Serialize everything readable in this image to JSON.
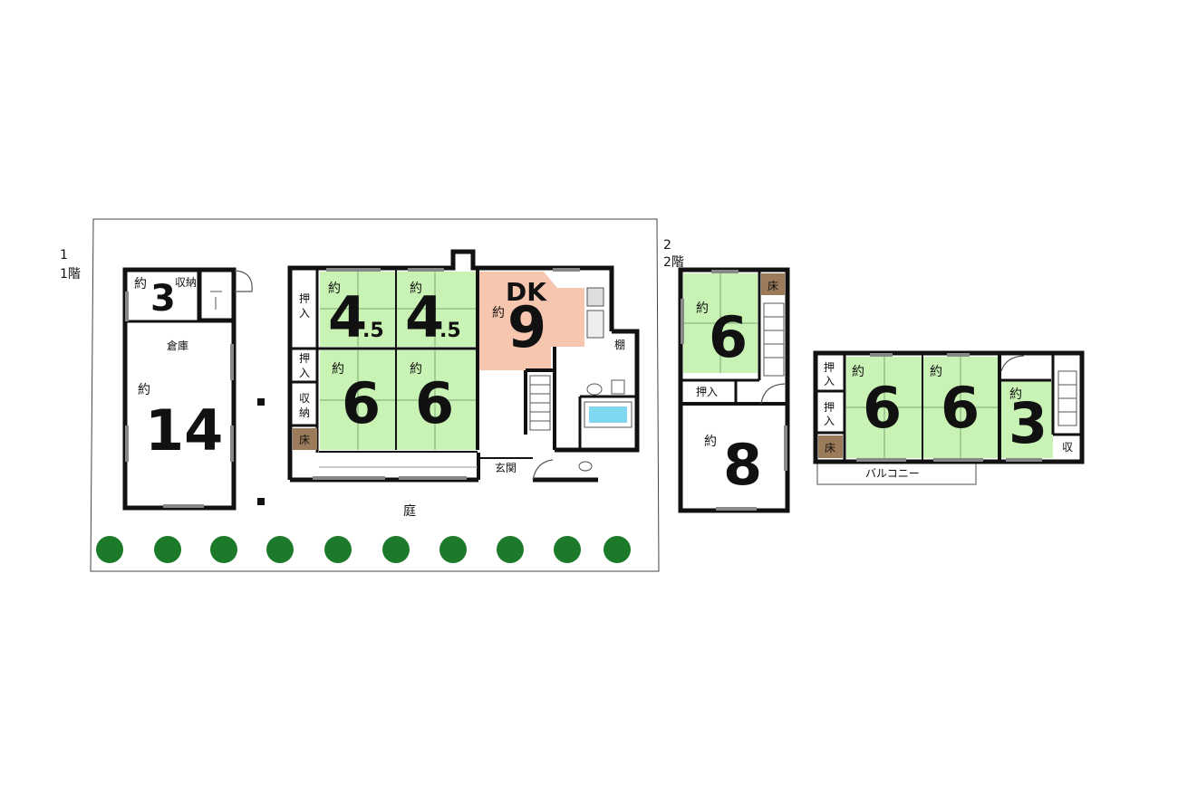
{
  "floor1": {
    "floor_label": "1階",
    "storage": {
      "small_room_prefix": "約",
      "small_room_size": "3",
      "closet_label": "収納",
      "warehouse_label": "倉庫",
      "large_prefix": "約",
      "large_size": "14"
    },
    "rooms": [
      {
        "prefix": "約",
        "size": "4",
        "fraction": ".5"
      },
      {
        "prefix": "約",
        "size": "4",
        "fraction": ".5"
      },
      {
        "prefix": "約",
        "size": "6",
        "fraction": ""
      },
      {
        "prefix": "約",
        "size": "6",
        "fraction": ""
      }
    ],
    "dk": {
      "label": "DK",
      "prefix": "約",
      "size": "9"
    },
    "closets": [
      "押入",
      "押入",
      "収納"
    ],
    "alcove_label": "床",
    "shelf_label": "棚",
    "entrance_label": "玄関",
    "garden_label": "庭"
  },
  "floor2": {
    "floor_label": "2階",
    "room_a": {
      "prefix": "約",
      "size": "6"
    },
    "room_b": {
      "prefix": "約",
      "size": "8"
    },
    "closet_label": "押入",
    "alcove_label": "床",
    "annex": {
      "rooms": [
        {
          "prefix": "約",
          "size": "6"
        },
        {
          "prefix": "約",
          "size": "6"
        },
        {
          "prefix": "約",
          "size": "3"
        }
      ],
      "closets": [
        "押入",
        "押入"
      ],
      "alcove_label": "床",
      "storage_label": "収",
      "balcony_label": "バルコニー"
    }
  },
  "colors": {
    "tatami": "#c9f2b5",
    "dk": "#f7c6ae",
    "alcove": "#9b7b5a",
    "tree": "#1d7a2a",
    "bath": "#7fd8f0"
  }
}
